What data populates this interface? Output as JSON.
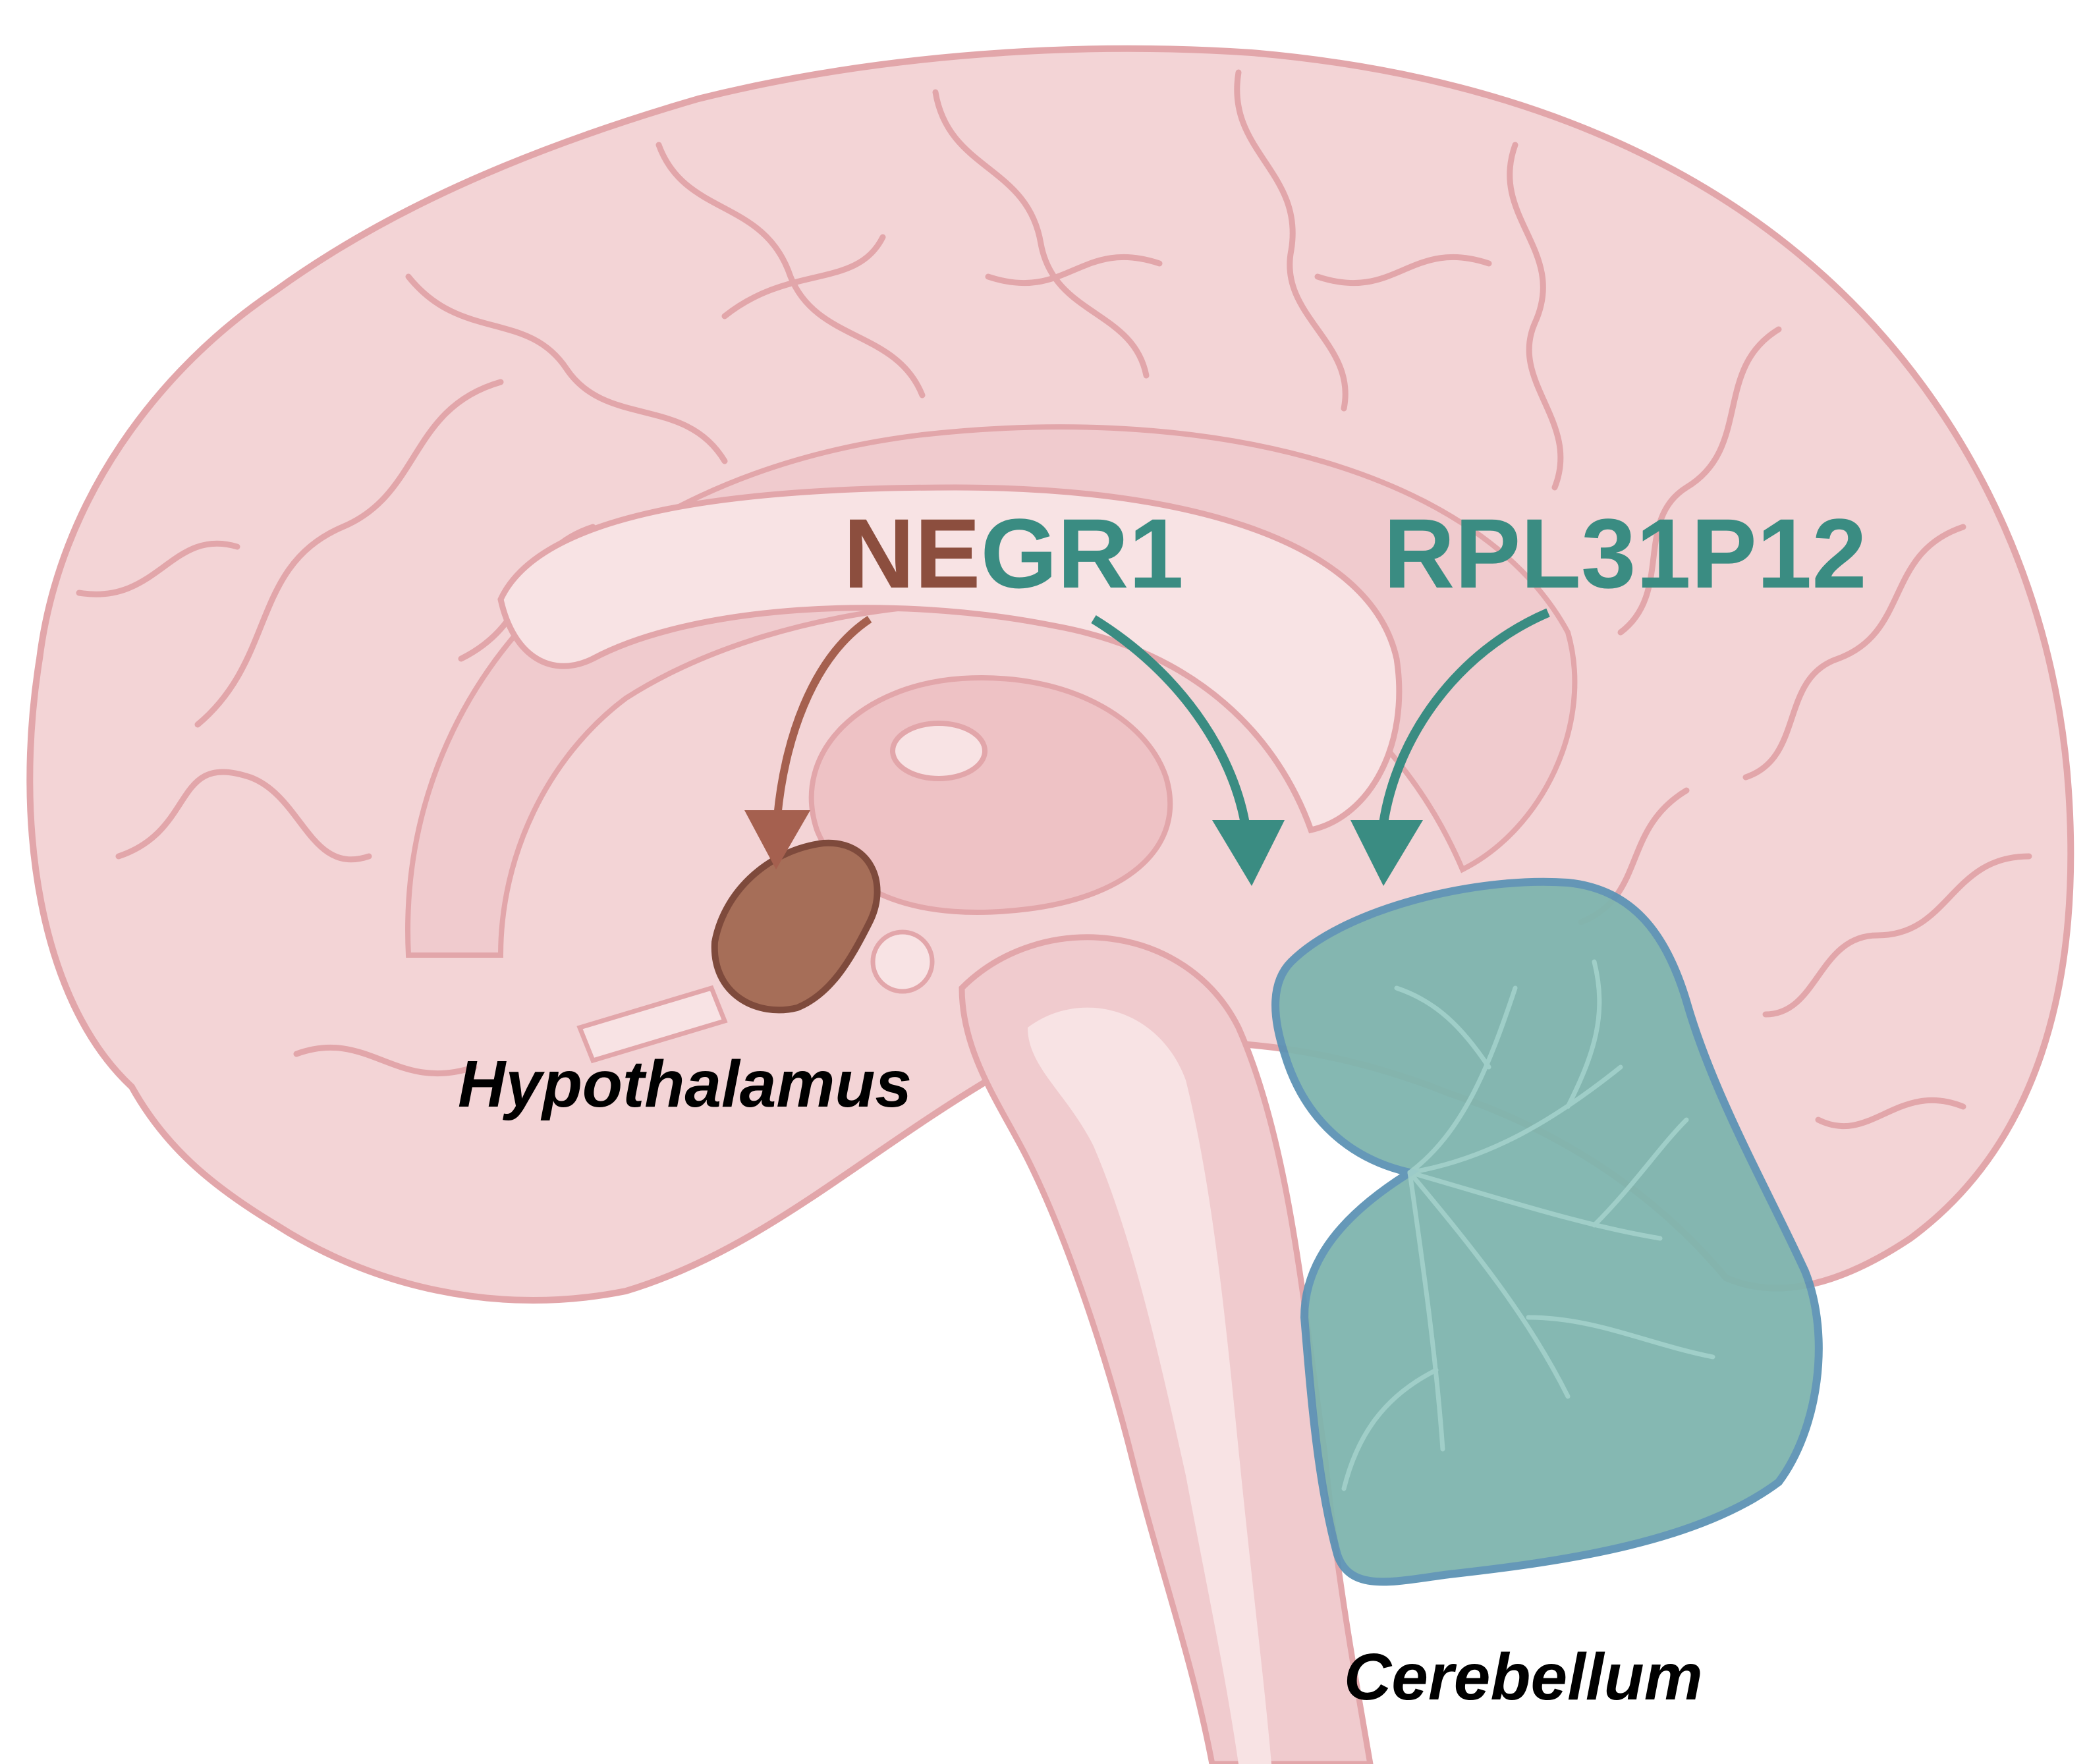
{
  "labels": {
    "negr1_part1": "NE",
    "negr1_part2": "GR1",
    "rpl31p12": "RPL31P12",
    "hypothalamus": "Hypothalamus",
    "cerebellum": "Cerebellum"
  },
  "colors": {
    "brain_fill": "#f3d4d6",
    "brain_outline": "#e2a6aa",
    "brain_inner": "#f8e3e4",
    "hypothalamus_fill": "#a66e58",
    "hypothalamus_outline": "#7e4a3c",
    "cerebellum_fill": "#7fb5ae",
    "cerebellum_outline": "#5d93b5",
    "negr1_brown": "#8c4e3e",
    "teal": "#3a8c82",
    "arrow_brown": "#a5604f",
    "text": "#000000"
  },
  "icons": {
    "negr1_to_hypothalamus": "curved-arrow-icon",
    "negr1_to_cerebellum": "curved-arrow-icon",
    "rpl31p12_to_cerebellum": "curved-arrow-icon"
  }
}
